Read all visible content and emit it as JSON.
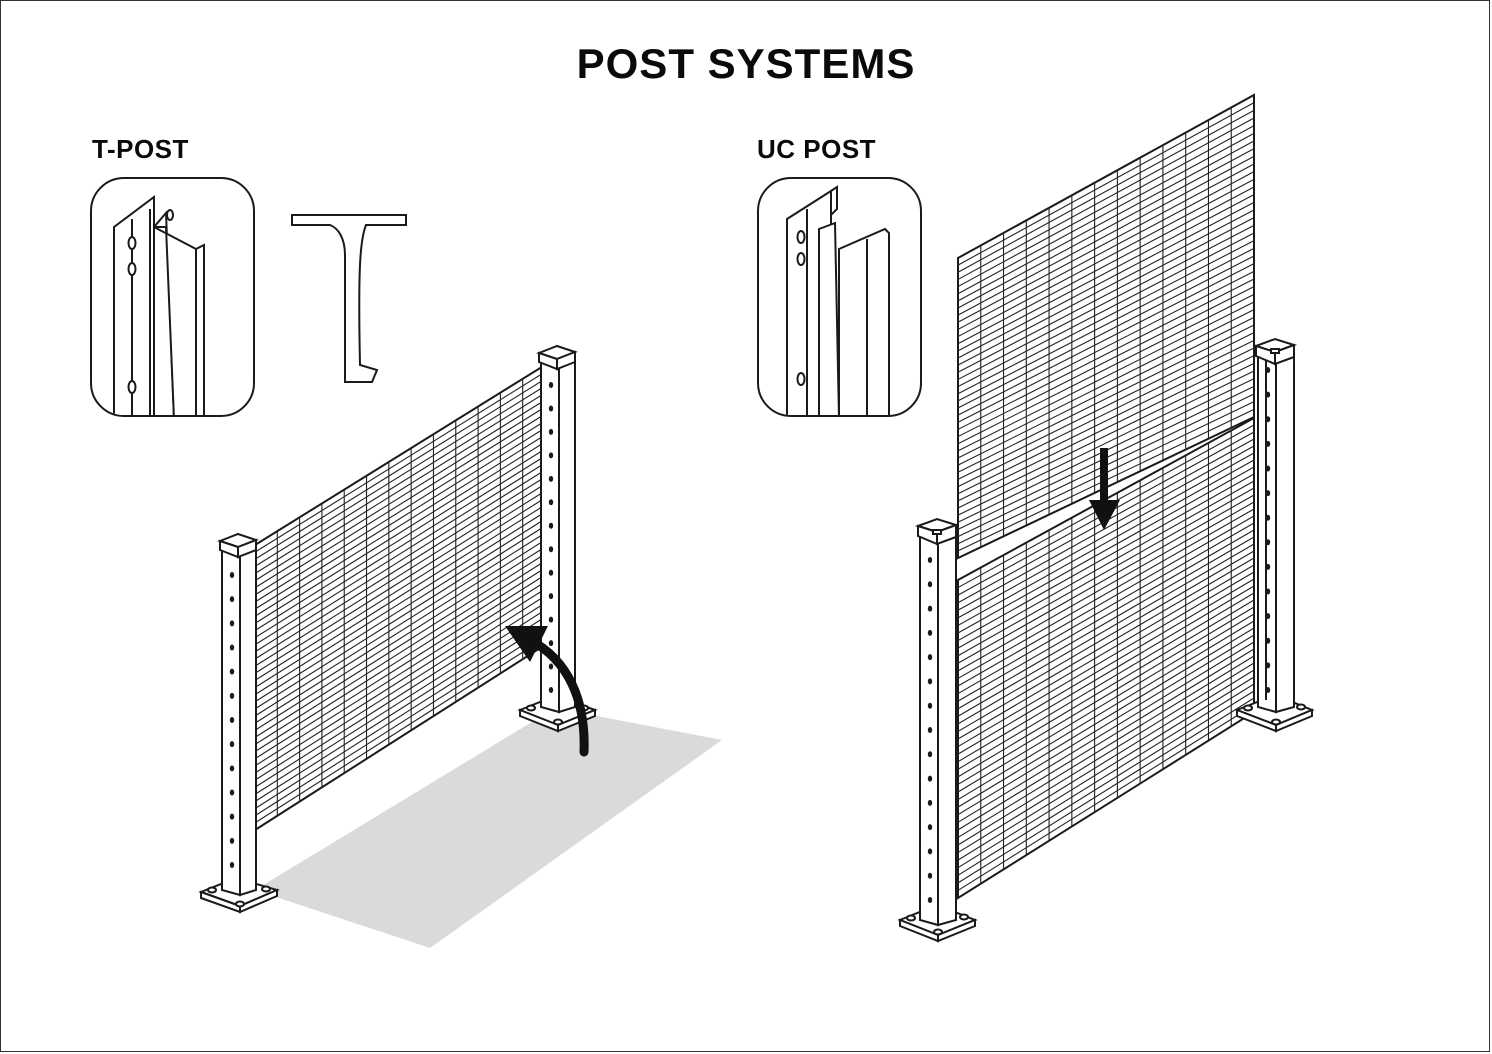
{
  "title": "POST SYSTEMS",
  "panels": {
    "left": {
      "label": "T-POST"
    },
    "right": {
      "label": "UC POST"
    }
  }
}
